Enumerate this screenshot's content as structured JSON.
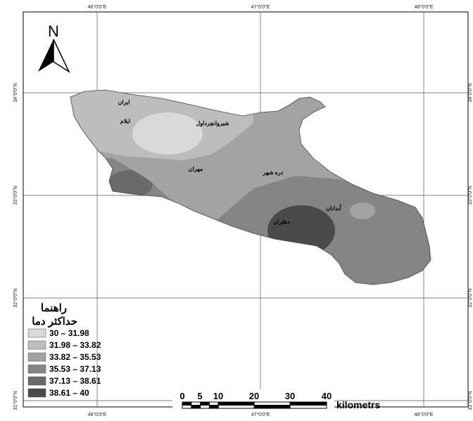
{
  "map": {
    "north_arrow": "N",
    "top_coords": [
      "46°0'0\"E",
      "47°0'0\"E",
      "48°0'0\"E"
    ],
    "bottom_coords": [
      "46°0'0\"E",
      "47°0'0\"E",
      "48°0'0\"E"
    ],
    "left_coords": [
      "34°0'0\"N",
      "33°0'0\"N",
      "32°0'0\"N",
      "31°0'0\"N"
    ],
    "right_coords": [
      "34°0'0\"N",
      "33°0'0\"N",
      "32°0'0\"N",
      "31°0'0\"N"
    ],
    "cities": [
      {
        "id": "ilam-province",
        "label": "ایران"
      },
      {
        "id": "ilam",
        "label": "ایلام"
      },
      {
        "id": "shirvan-chardavol",
        "label": "شیروانچرداول"
      },
      {
        "id": "mehran",
        "label": "مهران"
      },
      {
        "id": "dareh-shahr",
        "label": "دره شهر"
      },
      {
        "id": "abdanan",
        "label": "آبدانان"
      },
      {
        "id": "dehloran",
        "label": "دهلران"
      }
    ]
  },
  "legend": {
    "title": "راهنما",
    "subtitle": "حداکثر دما",
    "classes": [
      {
        "label": "30 – 31.98",
        "color": "#d9d9d9"
      },
      {
        "label": "31.98 – 33.82",
        "color": "#bdbdbd"
      },
      {
        "label": "33.82 – 35.53",
        "color": "#a3a3a3"
      },
      {
        "label": "35.53 – 37.13",
        "color": "#858585"
      },
      {
        "label": "37.13 – 38.61",
        "color": "#6a6a6a"
      },
      {
        "label": "38.61 – 40",
        "color": "#4a4a4a"
      }
    ]
  },
  "scale_bar": {
    "ticks": [
      "0",
      "5",
      "10",
      "20",
      "30",
      "40"
    ],
    "unit": "kilometrs"
  }
}
